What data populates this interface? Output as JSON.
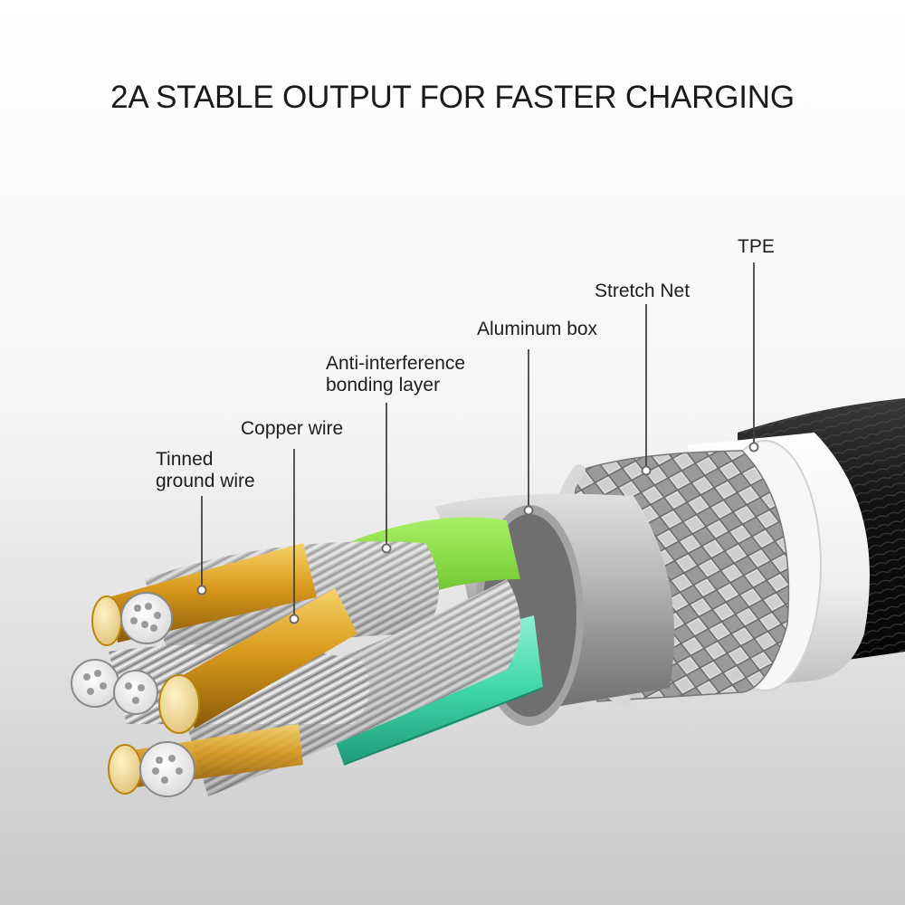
{
  "headline": "2A STABLE OUTPUT FOR FASTER CHARGING",
  "labels": {
    "tinned_ground_wire": "Tinned\nground wire",
    "copper_wire": "Copper wire",
    "anti_interference": "Anti-interference\nbonding layer",
    "aluminum_box": "Aluminum box",
    "stretch_net": "Stretch Net",
    "tpe": "TPE"
  },
  "colors": {
    "copper": "#d99a1c",
    "green_insulation": "#7fd23c",
    "teal_insulation": "#3fd6a8",
    "aluminum": "#b8b8b8",
    "braid": "#c9c9c9",
    "tpe_jacket": "#f4f4f4",
    "outer_jacket": "#1a1a1a"
  }
}
